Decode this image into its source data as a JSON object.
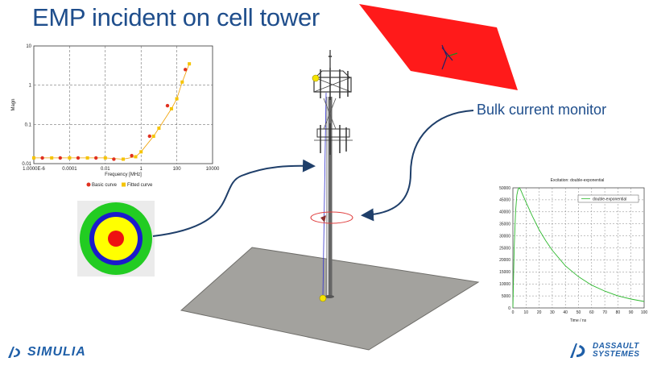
{
  "title": "EMP incident on cell tower",
  "labels": {
    "bulk_current_monitor": "Bulk current monitor"
  },
  "colors": {
    "title": "#1f4e8c",
    "plane_wave": "#ff1a1a",
    "ground": "#a09f9a",
    "monitor": "#e04040"
  },
  "chart_data": [
    {
      "type": "line",
      "xscale": "log",
      "yscale": "log",
      "xlabel": "Frequency [MHz]",
      "ylabel": "Magn",
      "xlim": [
        1e-06,
        10000
      ],
      "ylim": [
        0.01,
        10
      ],
      "xticks": [
        "1.0000E-6",
        "0.0001",
        "0.01",
        "1",
        "100",
        "10000"
      ],
      "yticks": [
        "10",
        "1",
        "0.1",
        "0.01"
      ],
      "grid": true,
      "legend_position": "bottom",
      "series": [
        {
          "name": "Basic curve",
          "color": "#e03020",
          "marker": "circle",
          "x": [
            3e-06,
            3e-05,
            0.0003,
            0.003,
            0.03,
            0.3,
            3,
            30,
            300
          ],
          "y": [
            0.014,
            0.014,
            0.014,
            0.014,
            0.013,
            0.016,
            0.05,
            0.3,
            2.5
          ]
        },
        {
          "name": "Fitted curve",
          "color": "#f5c400",
          "marker": "square",
          "x": [
            1e-06,
            1e-05,
            0.0001,
            0.001,
            0.01,
            0.1,
            0.5,
            1,
            5,
            10,
            50,
            100,
            200,
            500
          ],
          "y": [
            0.014,
            0.014,
            0.014,
            0.014,
            0.014,
            0.013,
            0.015,
            0.02,
            0.05,
            0.08,
            0.25,
            0.45,
            1.2,
            3.5
          ]
        }
      ]
    },
    {
      "type": "line",
      "title": "Excitation: double-exponential",
      "xlabel": "Time / ns",
      "xlim": [
        0,
        100
      ],
      "ylim": [
        0,
        50000
      ],
      "xticks": [
        "0",
        "10",
        "20",
        "30",
        "40",
        "50",
        "60",
        "70",
        "80",
        "90",
        "100"
      ],
      "yticks": [
        "50000",
        "45000",
        "40000",
        "35000",
        "30000",
        "25000",
        "20000",
        "15000",
        "10000",
        "5000",
        "0"
      ],
      "grid": true,
      "legend_position": "top-right",
      "series": [
        {
          "name": "double-exponential",
          "color": "#2eb82e",
          "x": [
            0,
            1,
            2,
            3,
            4,
            5,
            6,
            8,
            10,
            15,
            20,
            25,
            30,
            40,
            50,
            60,
            70,
            80,
            90,
            100
          ],
          "y": [
            0,
            25000,
            40000,
            47000,
            49500,
            50000,
            49000,
            46500,
            44000,
            38000,
            32500,
            28000,
            24000,
            17500,
            13000,
            9500,
            7000,
            5000,
            3700,
            2700
          ]
        }
      ]
    }
  ]
}
